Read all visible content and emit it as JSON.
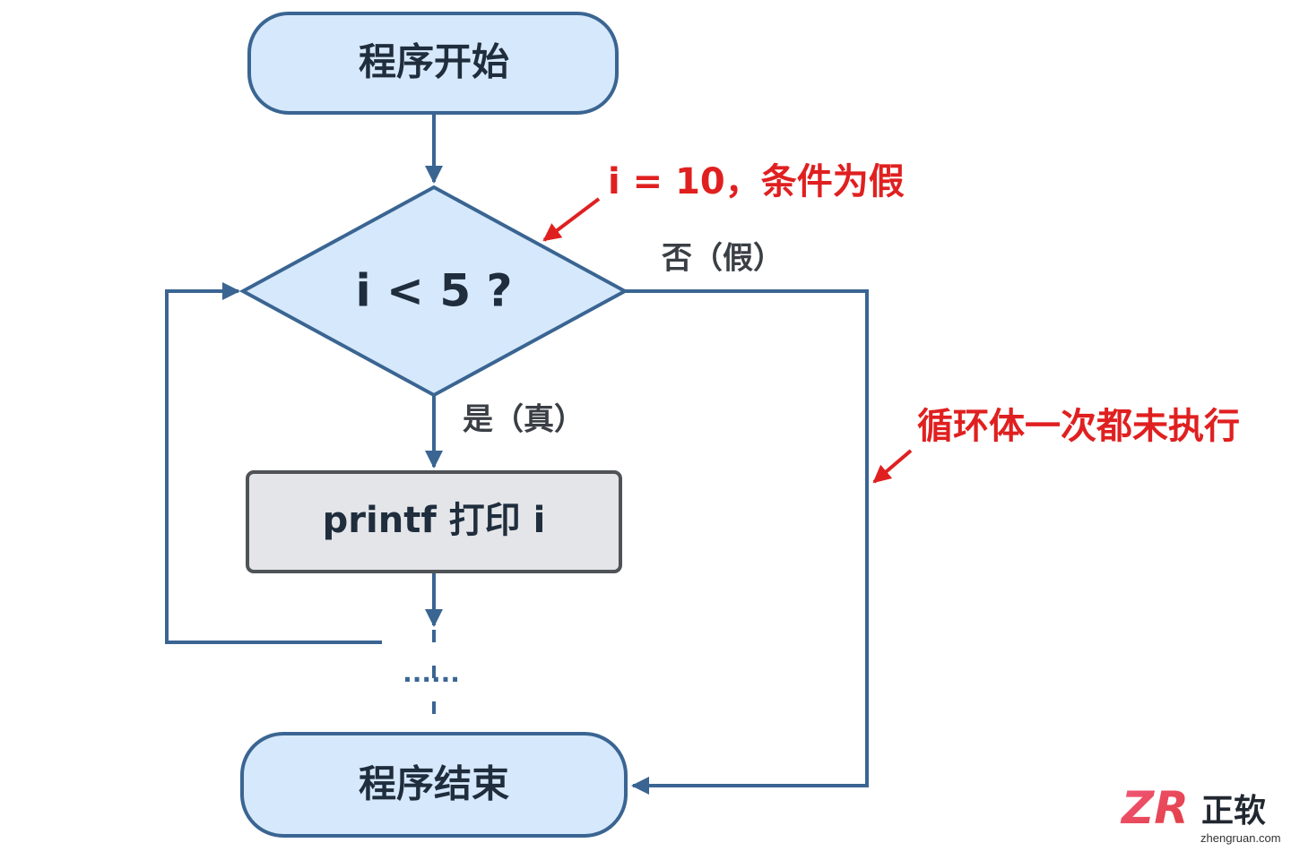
{
  "nodes": {
    "start": "程序开始",
    "condition": "i < 5 ?",
    "process": "printf 打印 i",
    "end": "程序结束"
  },
  "edge_labels": {
    "yes": "是（真）",
    "no": "否（假）",
    "ellipsis": "······"
  },
  "annotations": {
    "condition_note": "i = 10，条件为假",
    "skip_note": "循环体一次都未执行"
  },
  "logo": {
    "mark": "ZR",
    "name": "正软",
    "site": "zhengruan.com"
  },
  "colors": {
    "stroke": "#3a6592",
    "terminal_fill": "#d6e8fb",
    "decision_fill": "#d6e8fb",
    "process_fill": "#e3e5e8",
    "process_stroke": "#4f5358",
    "annotation": "#e02020",
    "logo_accent": "#e83a4d"
  }
}
